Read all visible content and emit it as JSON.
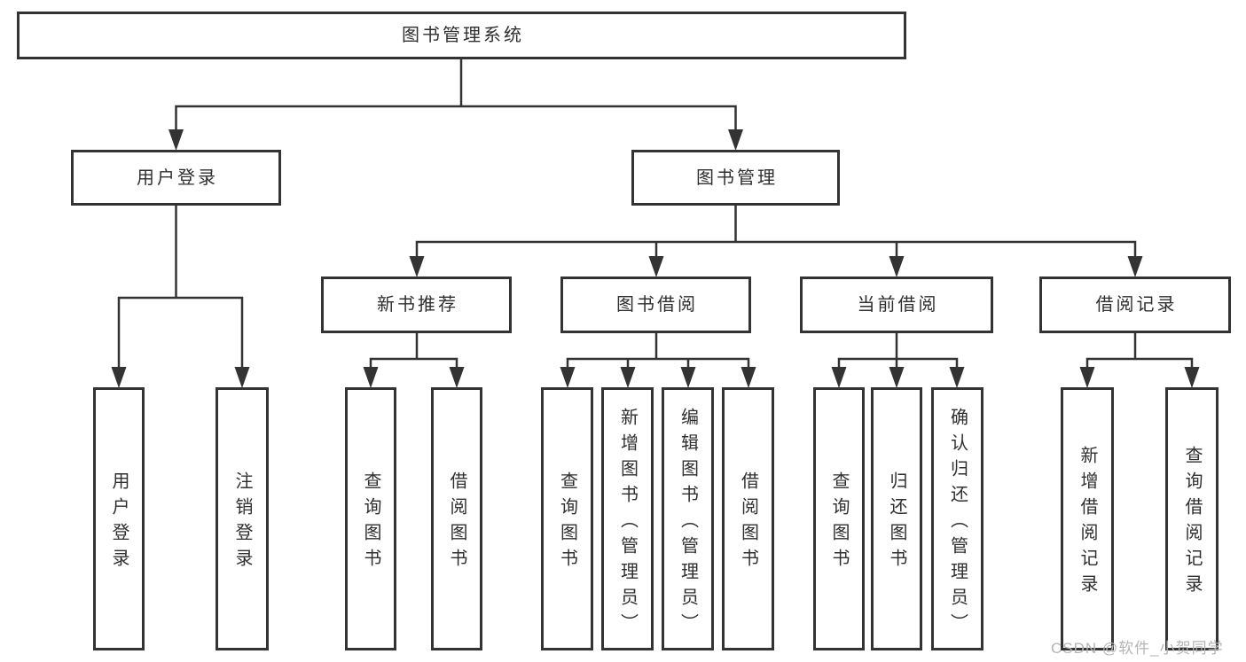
{
  "tree": {
    "label": "图书管理系统",
    "children": [
      {
        "label": "用户登录",
        "children": [
          {
            "label": "用户登录"
          },
          {
            "label": "注销登录"
          }
        ]
      },
      {
        "label": "图书管理",
        "children": [
          {
            "label": "新书推荐",
            "children": [
              {
                "label": "查询图书"
              },
              {
                "label": "借阅图书"
              }
            ]
          },
          {
            "label": "图书借阅",
            "children": [
              {
                "label": "查询图书"
              },
              {
                "label": "新增图书（管理员）"
              },
              {
                "label": "编辑图书（管理员）"
              },
              {
                "label": "借阅图书"
              }
            ]
          },
          {
            "label": "当前借阅",
            "children": [
              {
                "label": "查询图书"
              },
              {
                "label": "归还图书"
              },
              {
                "label": "确认归还（管理员）"
              }
            ]
          },
          {
            "label": "借阅记录",
            "children": [
              {
                "label": "新增借阅记录"
              },
              {
                "label": "查询借阅记录"
              }
            ]
          }
        ]
      }
    ]
  },
  "watermark": "CSDN @软件_小贺同学",
  "colors": {
    "line": "#333333",
    "text": "#2f2f2f",
    "watermark": "#b5b5b5",
    "background": "#ffffff"
  }
}
